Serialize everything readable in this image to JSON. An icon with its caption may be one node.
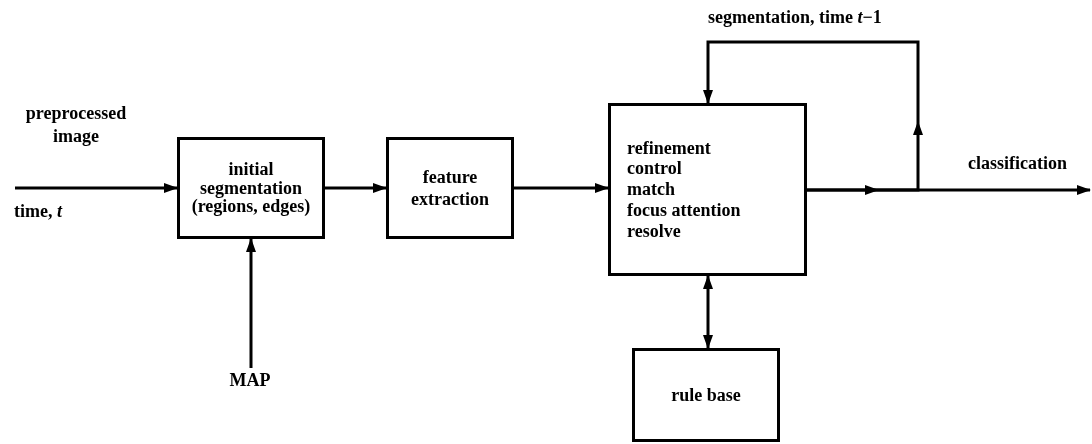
{
  "diagram": {
    "nodes": [
      {
        "text": [
          "initial segmentation (regions, edges)"
        ]
      },
      {
        "text": [
          "feature extraction"
        ]
      },
      {
        "text": [
          "refinement",
          "control",
          "match",
          "focus attention",
          "resolve"
        ]
      },
      {
        "text": [
          "rule base"
        ]
      },
      {
        "text": [
          "MAP"
        ]
      }
    ],
    "edges": [
      {
        "from": null,
        "to": 0,
        "arrow": "to",
        "label": "preprocessed image"
      },
      {
        "from": 4,
        "to": 0,
        "arrow": "to"
      },
      {
        "from": 0,
        "to": 1,
        "arrow": "to"
      },
      {
        "from": 1,
        "to": 2,
        "arrow": "to"
      },
      {
        "from": 2,
        "to": 3,
        "arrow": "both"
      },
      {
        "from": 2,
        "to": 2,
        "arrow": "to",
        "label": "segmentation, time *t*−1"
      },
      {
        "from": 2,
        "to": null,
        "arrow": "to",
        "label": "classification"
      }
    ],
    "labels": [
      "time, *t*"
    ]
  }
}
